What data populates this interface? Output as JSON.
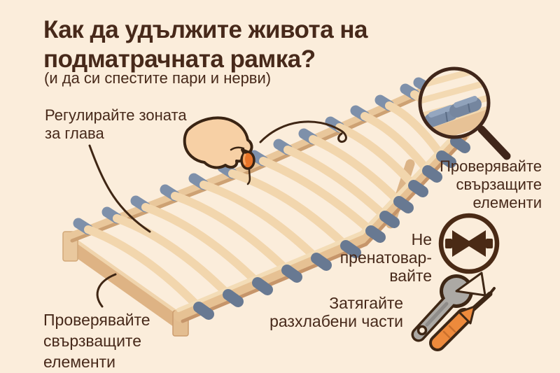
{
  "title": {
    "line1": "Как да удължите живота на",
    "line2": "подматрачната рамка?",
    "subtitle": "(и да си спестите пари и нерви)"
  },
  "annotations": {
    "adjust_head_zone": {
      "lines": [
        "Регулирайте зоната",
        "за глава"
      ]
    },
    "check_connectors_top_right": {
      "lines": [
        "Проверявайте",
        "свързащите",
        "елементи"
      ]
    },
    "do_not_overload": {
      "lines": [
        "Не",
        "пренатовар-",
        "вайте"
      ]
    },
    "tighten_loose_parts": {
      "lines": [
        "Затягайте",
        "разхлабени части"
      ]
    },
    "check_connectors_bottom_left": {
      "lines": [
        "Проверявайте",
        "свързващите",
        "елементи"
      ]
    }
  },
  "illustration": {
    "subject": "slatted bed base (подматрачна рамка) with raised head section",
    "details": [
      "hand adjusting orange firmness slider on slat",
      "magnifying glass zooming on blue slat holder caps",
      "circle icon with bowtie symbol (do not overload)",
      "wrench and screwdriver icon (tighten loose parts)"
    ]
  },
  "colors": {
    "background": "#FBEDDB",
    "text_brown": "#47291A",
    "wood": "#E9C69C",
    "wood_light": "#F4DDB9",
    "slat_holder_blue": "#76889F",
    "accent_orange": "#E97428",
    "tool_gray": "#ACA9A4"
  }
}
